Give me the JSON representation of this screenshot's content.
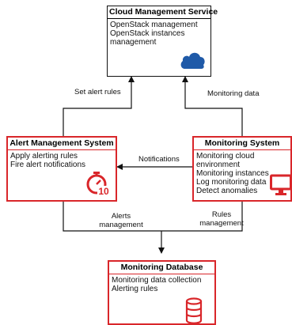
{
  "nodes": {
    "cloud": {
      "title": "Cloud Management Service",
      "lines": [
        "OpenStack management",
        "OpenStack instances",
        "management"
      ],
      "icon": "cloud-icon"
    },
    "alert": {
      "title": "Alert Management System",
      "lines": [
        "Apply alerting rules",
        "Fire alert notifications"
      ],
      "icon": "stopwatch-10-icon"
    },
    "monitoring": {
      "title": "Monitoring System",
      "lines": [
        "Monitoring cloud",
        "environment",
        "Monitoring instances",
        "Log monitoring data",
        "Detect anomalies"
      ],
      "icon": "monitor-icon"
    },
    "database": {
      "title": "Monitoring Database",
      "lines": [
        "Monitoring data collection",
        "Alerting rules"
      ],
      "icon": "database-icon"
    }
  },
  "edges": {
    "set_alert_rules": "Set alert rules",
    "monitoring_data": "Monitoring data",
    "notifications": "Notifications",
    "alerts_management": [
      "Alerts",
      "management"
    ],
    "rules_management": [
      "Rules",
      "management"
    ]
  },
  "colors": {
    "accent_red": "#d9262a",
    "cloud_blue": "#1f5aa8"
  }
}
